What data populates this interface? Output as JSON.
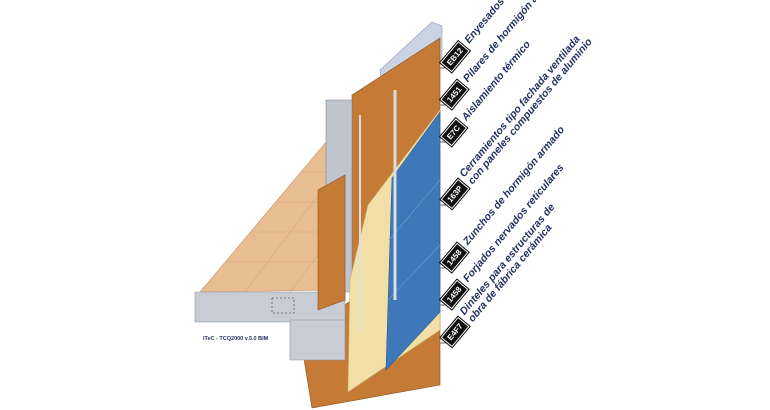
{
  "credit": "ITeC - TCQ2000 v.5.0 BIM",
  "labels": [
    {
      "code": "EB12",
      "text": "Enyesados"
    },
    {
      "code": "1451",
      "text": "Pilares de hormigón armado"
    },
    {
      "code": "E7C",
      "text": "Aislamiento térmico"
    },
    {
      "code": "163P",
      "text": "Cerramientos tipo fachada ventilada",
      "text2": "con paneles compuestos de aluminio"
    },
    {
      "code": "1458",
      "text": "Zunchos de hormigón armado"
    },
    {
      "code": "1458",
      "text": "Forjados nervados reticulares"
    },
    {
      "code": "E4F7",
      "text": "Dinteles para estructuras de",
      "text2": "obra de fábrica cerámica"
    }
  ],
  "colors": {
    "blue": "#3f78b8",
    "orange": "#c57a35",
    "insulation": "#f1dfa6",
    "tile": "#e9bd92",
    "concrete": "#c8ccd4",
    "text": "#1f2f5e"
  }
}
